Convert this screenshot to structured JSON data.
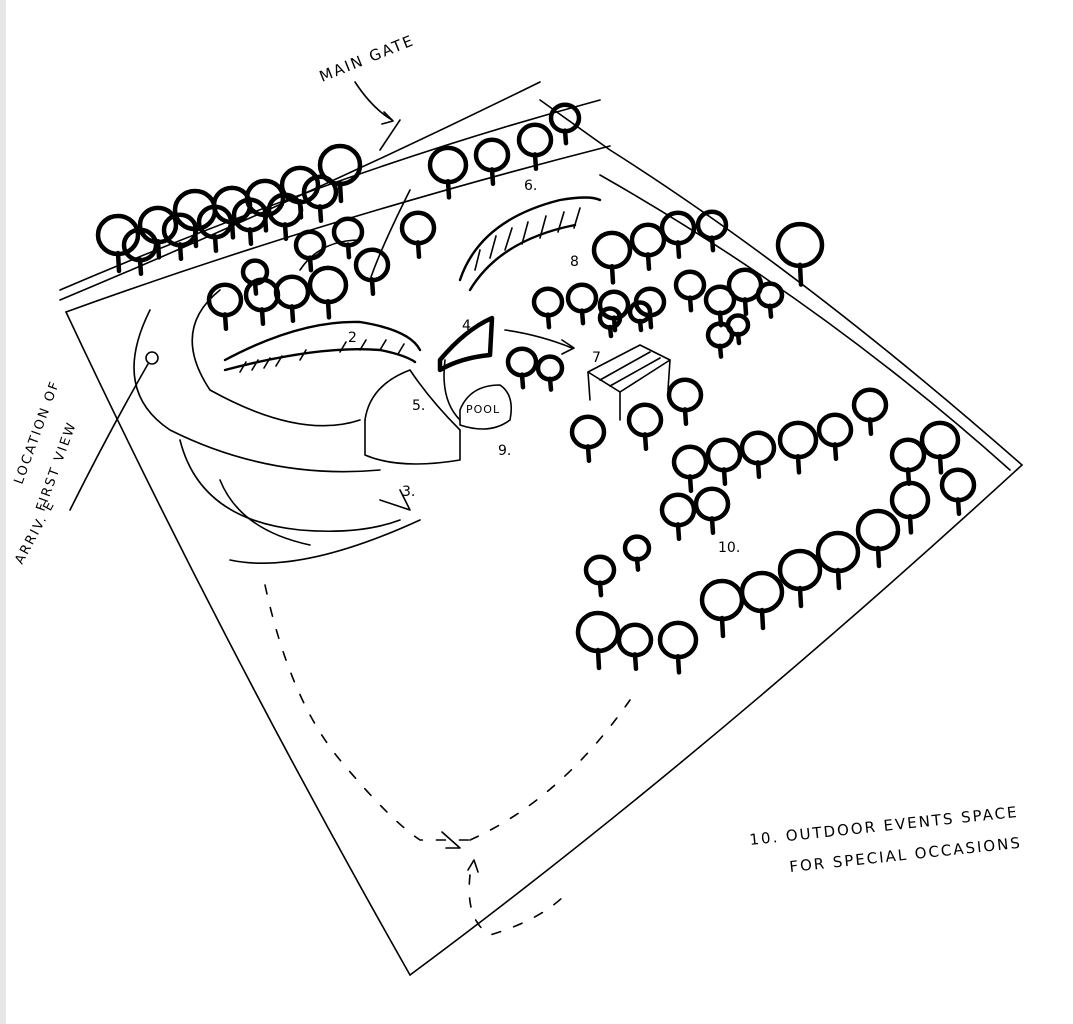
{
  "labels": {
    "main_gate": "MAIN GATE",
    "location_line1": "LOCATION OF",
    "location_line2": "FIRST VIEW",
    "arrival": "ARRIV. E",
    "pool": "POOL",
    "note_line1": "10. OUTDOOR EVENTS SPACE",
    "note_line2": "FOR SPECIAL OCCASIONS"
  },
  "numbers": {
    "n2": "2",
    "n3": "3.",
    "n4": "4.",
    "n5": "5.",
    "n6": "6.",
    "n7": "7",
    "n8": "8",
    "n9": "9.",
    "n10": "10."
  }
}
